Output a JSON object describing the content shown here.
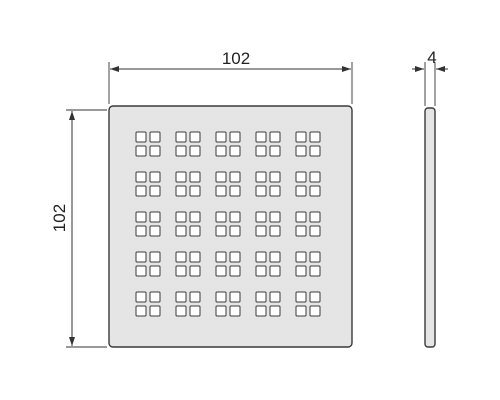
{
  "dimensions": {
    "width_label": "102",
    "height_label": "102",
    "thickness_label": "4"
  },
  "grate": {
    "cluster_rows": 5,
    "cluster_cols": 5,
    "holes_per_cluster_side": 2
  },
  "colors": {
    "plate_fill": "#e5e5e5",
    "outline": "#3a3a3a",
    "hole_fill": "#ffffff",
    "dimension": "#333333"
  }
}
